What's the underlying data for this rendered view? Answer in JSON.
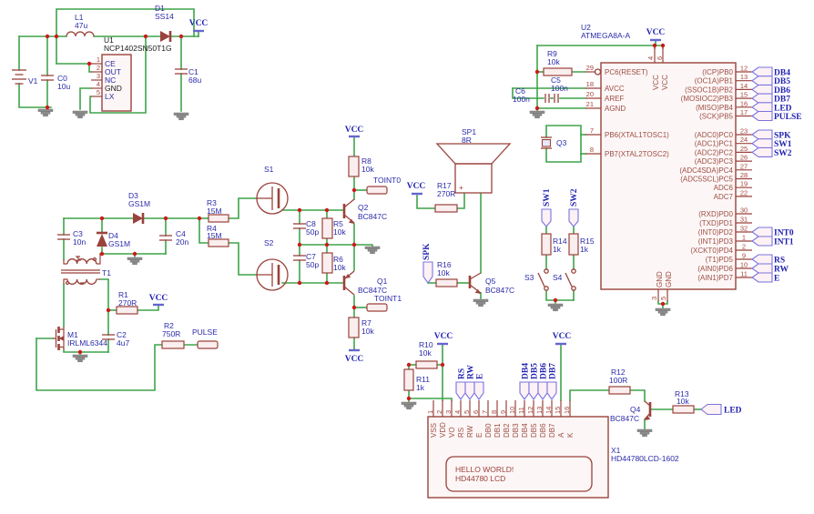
{
  "nets": {
    "vcc": "VCC"
  },
  "power": {
    "v1": "V1",
    "c0": "C0",
    "c0_val": "10u",
    "l1": "L1",
    "l1_val": "47u",
    "d1": "D1",
    "d1_val": "SS14",
    "u1": "U1",
    "u1_part": "NCP1402SN50T1G",
    "u1_pins": [
      {
        "num": "1",
        "name": "CE"
      },
      {
        "num": "2",
        "name": "OUT"
      },
      {
        "num": "3",
        "name": "NC"
      },
      {
        "num": "4",
        "name": "GND"
      },
      {
        "num": "5",
        "name": "LX"
      }
    ],
    "c1": "C1",
    "c1_val": "68u"
  },
  "oscillator": {
    "c3": "C3",
    "c3_val": "10n",
    "d4": "D4",
    "d4_val": "GS1M",
    "d3": "D3",
    "d3_val": "GS1M",
    "c4": "C4",
    "c4_val": "20n",
    "t1": "T1",
    "r1": "R1",
    "r1_val": "270R",
    "m1": "M1",
    "m1_part": "IRLML6344",
    "c2": "C2",
    "c2_val": "4u7",
    "r2": "R2",
    "r2_val": "750R",
    "pulse": "PULSE"
  },
  "touch": {
    "r3": "R3",
    "r3_val": "15M",
    "r4": "R4",
    "r4_val": "15M",
    "s1": "S1",
    "s2": "S2",
    "c8": "C8",
    "c8_val": "50p",
    "r5": "R5",
    "r5_val": "10k",
    "c7": "C7",
    "c7_val": "50p",
    "r6": "R6",
    "r6_val": "10k",
    "q2": "Q2",
    "q2_part": "BC847C",
    "q1": "Q1",
    "q1_part": "BC847C",
    "toint0": "TOINT0",
    "toint1": "TOINT1",
    "r8": "R8",
    "r8_val": "10k",
    "r7": "R7",
    "r7_val": "10k"
  },
  "speaker": {
    "sp1": "SP1",
    "sp1_val": "8R",
    "plus": "+",
    "r17": "R17",
    "r17_val": "270R",
    "spk": "SPK",
    "r16": "R16",
    "r16_val": "10k",
    "q5": "Q5",
    "q5_part": "BC847C"
  },
  "switches": {
    "sw1": "SW1",
    "sw2": "SW2",
    "r14": "R14",
    "r14_val": "1k",
    "r15": "R15",
    "r15_val": "1k",
    "s3": "S3",
    "s4": "S4"
  },
  "mcu": {
    "ref": "U2",
    "part": "ATMEGA8A-A",
    "r9": "R9",
    "r9_val": "10k",
    "c5": "C5",
    "c5_val": "100n",
    "c6": "C6",
    "c6_val": "100n",
    "q3": "Q3",
    "top_pins": [
      {
        "num": "4",
        "name": "VCC"
      },
      {
        "num": "6",
        "name": "VCC"
      }
    ],
    "bottom_pins": [
      {
        "num": "3",
        "name": "GND"
      },
      {
        "num": "5",
        "name": "GND"
      }
    ],
    "left_pins": [
      {
        "num": "29",
        "name": "PC6(RESET)"
      },
      {
        "num": "18",
        "name": "AVCC"
      },
      {
        "num": "20",
        "name": "AREF"
      },
      {
        "num": "21",
        "name": "AGND"
      },
      {
        "num": "7",
        "name": "PB6(XTAL1TOSC1)"
      },
      {
        "num": "8",
        "name": "PB7(XTAL2TOSC2)"
      }
    ],
    "pb_pins": [
      {
        "num": "12",
        "name": "(ICP)PB0",
        "flag": "DB4"
      },
      {
        "num": "13",
        "name": "(OC1A)PB1",
        "flag": "DB5"
      },
      {
        "num": "14",
        "name": "(SSOC1B)PB2",
        "flag": "DB6"
      },
      {
        "num": "15",
        "name": "(MOSIOC2)PB3",
        "flag": "DB7"
      },
      {
        "num": "16",
        "name": "(MISO)PB4",
        "flag": "LED"
      },
      {
        "num": "17",
        "name": "(SCK)PB5",
        "flag": "PULSE"
      }
    ],
    "pc_pins": [
      {
        "num": "23",
        "name": "(ADC0)PC0",
        "flag": "SPK"
      },
      {
        "num": "24",
        "name": "(ADC1)PC1",
        "flag": "SW1"
      },
      {
        "num": "25",
        "name": "(ADC2)PC2",
        "flag": "SW2"
      },
      {
        "num": "26",
        "name": "(ADC3)PC3"
      },
      {
        "num": "27",
        "name": "(ADC4SDA)PC4"
      },
      {
        "num": "28",
        "name": "(ADC5SCL)PC5"
      },
      {
        "num": "19",
        "name": "ADC6"
      },
      {
        "num": "22",
        "name": "ADC7"
      }
    ],
    "pd_pins": [
      {
        "num": "30",
        "name": "(RXD)PD0"
      },
      {
        "num": "31",
        "name": "(TXD)PD1"
      },
      {
        "num": "32",
        "name": "(INT0)PD2",
        "flag": "INT0"
      },
      {
        "num": "1",
        "name": "(INT1)PD3",
        "flag": "INT1"
      },
      {
        "num": "2",
        "name": "(XCKT0)PD4"
      },
      {
        "num": "9",
        "name": "(T1)PD5",
        "flag": "RS"
      },
      {
        "num": "10",
        "name": "(AIN0)PD6",
        "flag": "RW"
      },
      {
        "num": "11",
        "name": "(AIN1)PD7",
        "flag": "E"
      }
    ]
  },
  "lcd": {
    "ref": "X1",
    "part": "HD44780LCD-1602",
    "r10": "R10",
    "r10_val": "10k",
    "r11": "R11",
    "r11_val": "1k",
    "r12": "R12",
    "r12_val": "100R",
    "q4": "Q4",
    "q4_part": "BC847C",
    "r13": "R13",
    "r13_val": "10k",
    "led": "LED",
    "display_line1": "HELLO WORLD!",
    "display_line2": "HD44780 LCD",
    "pins": [
      {
        "num": "1",
        "name": "VSS"
      },
      {
        "num": "2",
        "name": "VDD"
      },
      {
        "num": "3",
        "name": "VO"
      },
      {
        "num": "4",
        "name": "RS",
        "flag": "RS"
      },
      {
        "num": "5",
        "name": "RW",
        "flag": "RW"
      },
      {
        "num": "6",
        "name": "E",
        "flag": "E"
      },
      {
        "num": "7",
        "name": "DB0"
      },
      {
        "num": "8",
        "name": "DB1"
      },
      {
        "num": "9",
        "name": "DB2"
      },
      {
        "num": "10",
        "name": "DB3"
      },
      {
        "num": "11",
        "name": "DB4",
        "flag": "DB4"
      },
      {
        "num": "12",
        "name": "DB5",
        "flag": "DB5"
      },
      {
        "num": "13",
        "name": "DB6",
        "flag": "DB6"
      },
      {
        "num": "14",
        "name": "DB7",
        "flag": "DB7"
      },
      {
        "num": "15",
        "name": "A"
      },
      {
        "num": "16",
        "name": "K"
      }
    ]
  }
}
